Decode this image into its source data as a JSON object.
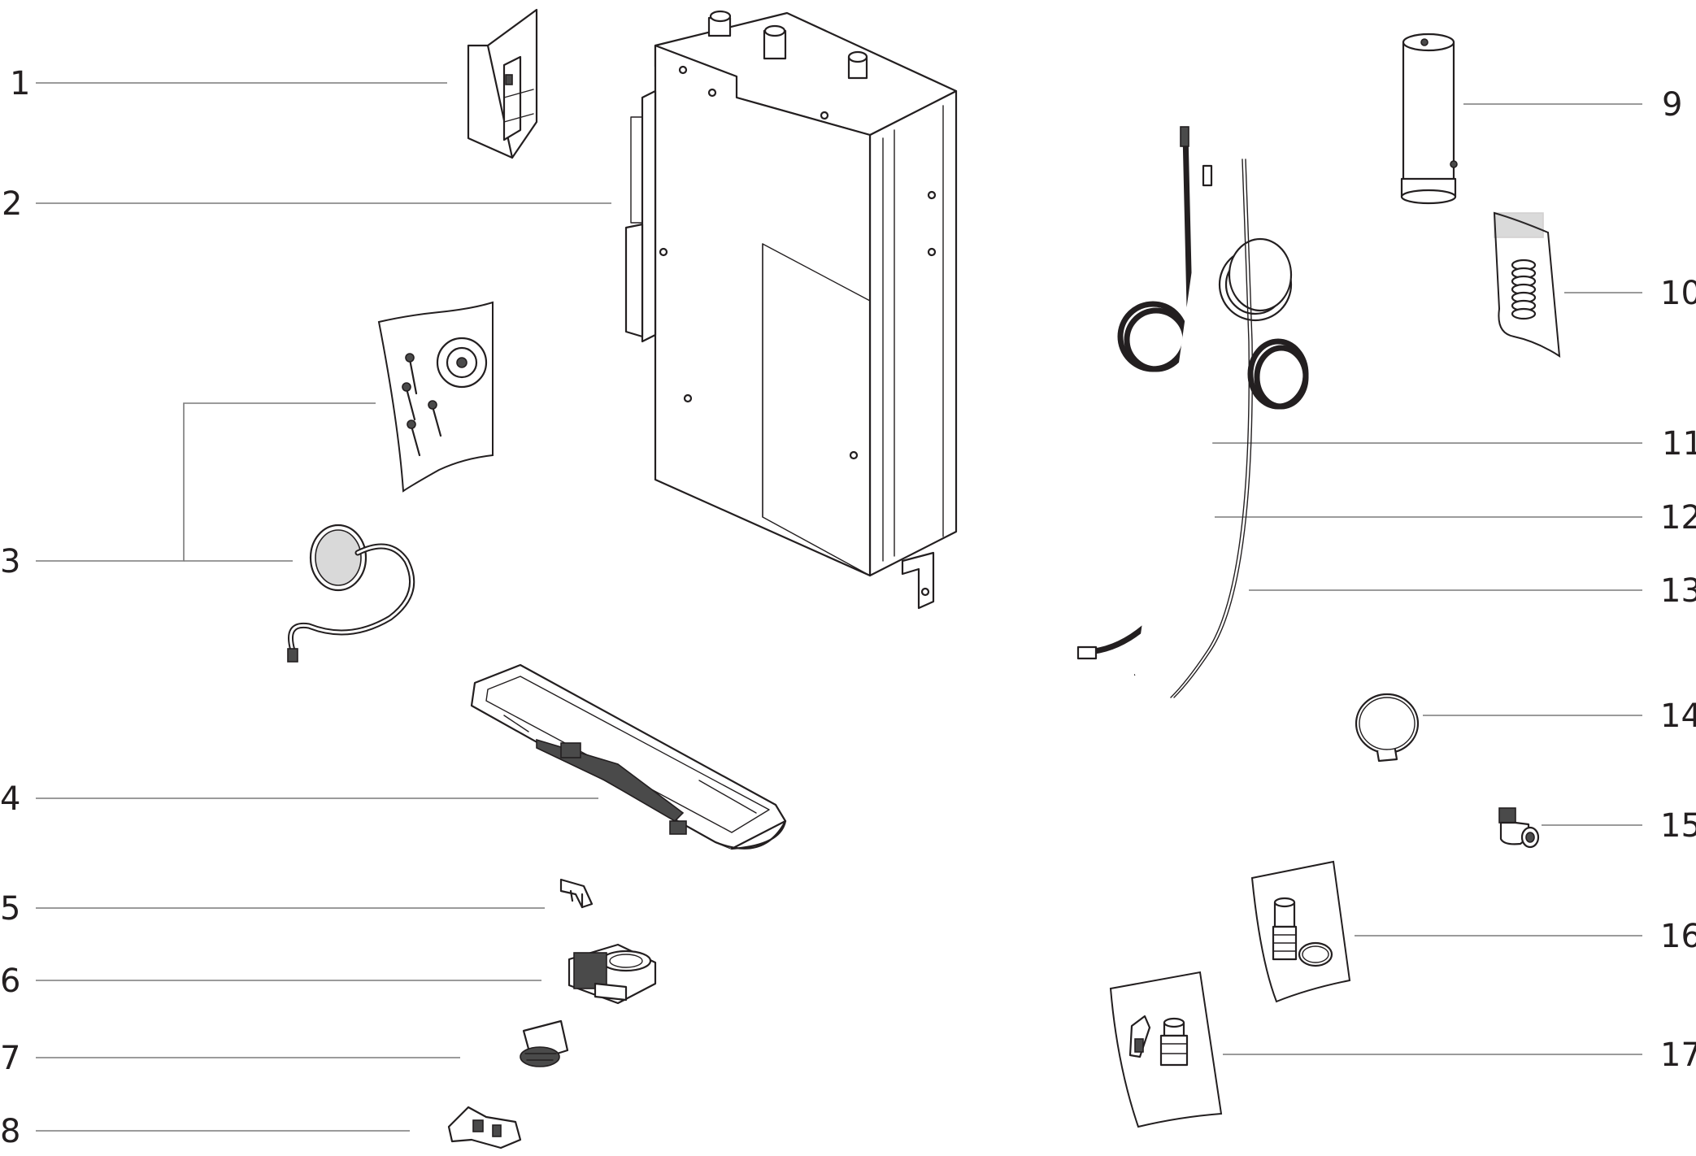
{
  "diagram": {
    "callouts": [
      {
        "id": "1",
        "label": "1"
      },
      {
        "id": "2",
        "label": "2"
      },
      {
        "id": "3",
        "label": "3"
      },
      {
        "id": "4",
        "label": "4"
      },
      {
        "id": "5",
        "label": "5"
      },
      {
        "id": "6",
        "label": "6"
      },
      {
        "id": "7",
        "label": "7"
      },
      {
        "id": "8",
        "label": "8"
      },
      {
        "id": "9",
        "label": "9"
      },
      {
        "id": "10",
        "label": "10"
      },
      {
        "id": "11",
        "label": "11"
      },
      {
        "id": "12",
        "label": "12"
      },
      {
        "id": "13",
        "label": "13"
      },
      {
        "id": "14",
        "label": "14"
      },
      {
        "id": "15",
        "label": "15"
      },
      {
        "id": "16",
        "label": "16"
      },
      {
        "id": "17",
        "label": "17"
      }
    ],
    "colors": {
      "background": "#ffffff",
      "line_art": "#231f20",
      "leader_line": "#7a7a7a"
    }
  }
}
